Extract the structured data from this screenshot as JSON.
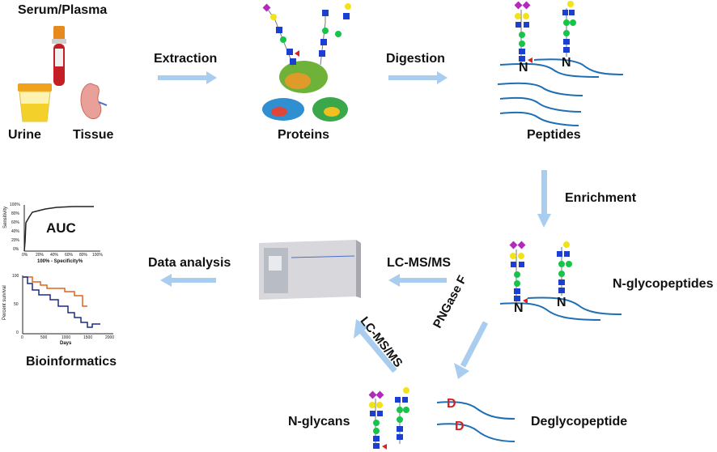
{
  "labels": {
    "serum_plasma": "Serum/Plasma",
    "urine": "Urine",
    "tissue": "Tissue",
    "extraction": "Extraction",
    "proteins": "Proteins",
    "digestion": "Digestion",
    "peptides": "Peptides",
    "enrichment": "Enrichment",
    "n_glycopeptides": "N-glycopeptides",
    "lcmsms": "LC-MS/MS",
    "lcmsms_diag": "LC-MS/MS",
    "pngase": "PNGase F",
    "data_analysis": "Data analysis",
    "bioinformatics": "Bioinformatics",
    "n_glycans": "N-glycans",
    "deglycopeptide": "Deglycopeptide",
    "auc": "AUC"
  },
  "site_labels": {
    "n": "N",
    "d": "D"
  },
  "roc_chart": {
    "ylabel": "Sensitivity",
    "xlabel": "100% - Specificity%",
    "yticks": [
      "0%",
      "20%",
      "40%",
      "60%",
      "80%",
      "100%"
    ],
    "xticks": [
      "0%",
      "20%",
      "40%",
      "60%",
      "80%",
      "100%"
    ]
  },
  "survival_chart": {
    "ylabel": "Percent survival",
    "xlabel": "Days",
    "yticks": [
      "0",
      "50",
      "100"
    ],
    "xticks": [
      "0",
      "500",
      "1000",
      "1500",
      "2000"
    ]
  },
  "colors": {
    "arrow": "#a9cdef",
    "peptide_line": "#1f6fb5",
    "glcnac": "#1b3fd1",
    "mannose": "#16c44a",
    "galactose": "#f2e21a",
    "sialic": "#b02bb8",
    "fucose": "#e02020",
    "deglyco_d": "#d42020",
    "survival_a": "#e0641e",
    "survival_b": "#1c2a8a"
  }
}
